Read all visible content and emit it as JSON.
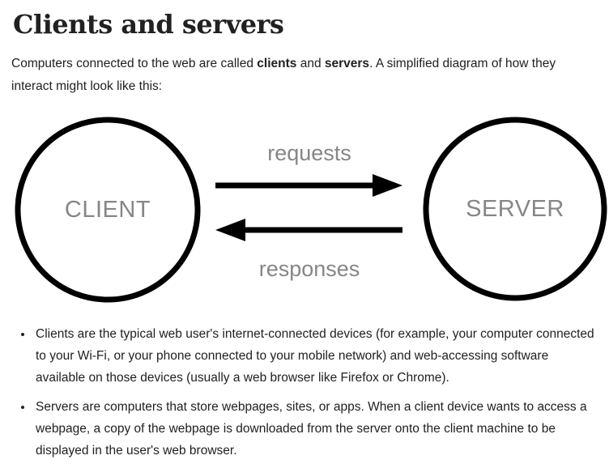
{
  "heading": "Clients and servers",
  "intro": {
    "part1": "Computers connected to the web are called ",
    "bold1": "clients",
    "part2": " and ",
    "bold2": "servers",
    "part3": ". A simplified diagram of how they interact might look like this:"
  },
  "diagram": {
    "client_label": "CLIENT",
    "server_label": "SERVER",
    "requests_label": "requests",
    "responses_label": "responses",
    "label_color": "#868686",
    "stroke_color": "#000000"
  },
  "bullets": [
    "Clients are the typical web user's internet-connected devices (for example, your computer connected to your Wi-Fi, or your phone connected to your mobile network) and web-accessing software available on those devices (usually a web browser like Firefox or Chrome).",
    "Servers are computers that store webpages, sites, or apps. When a client device wants to access a webpage, a copy of the webpage is downloaded from the server onto the client machine to be displayed in the user's web browser."
  ]
}
